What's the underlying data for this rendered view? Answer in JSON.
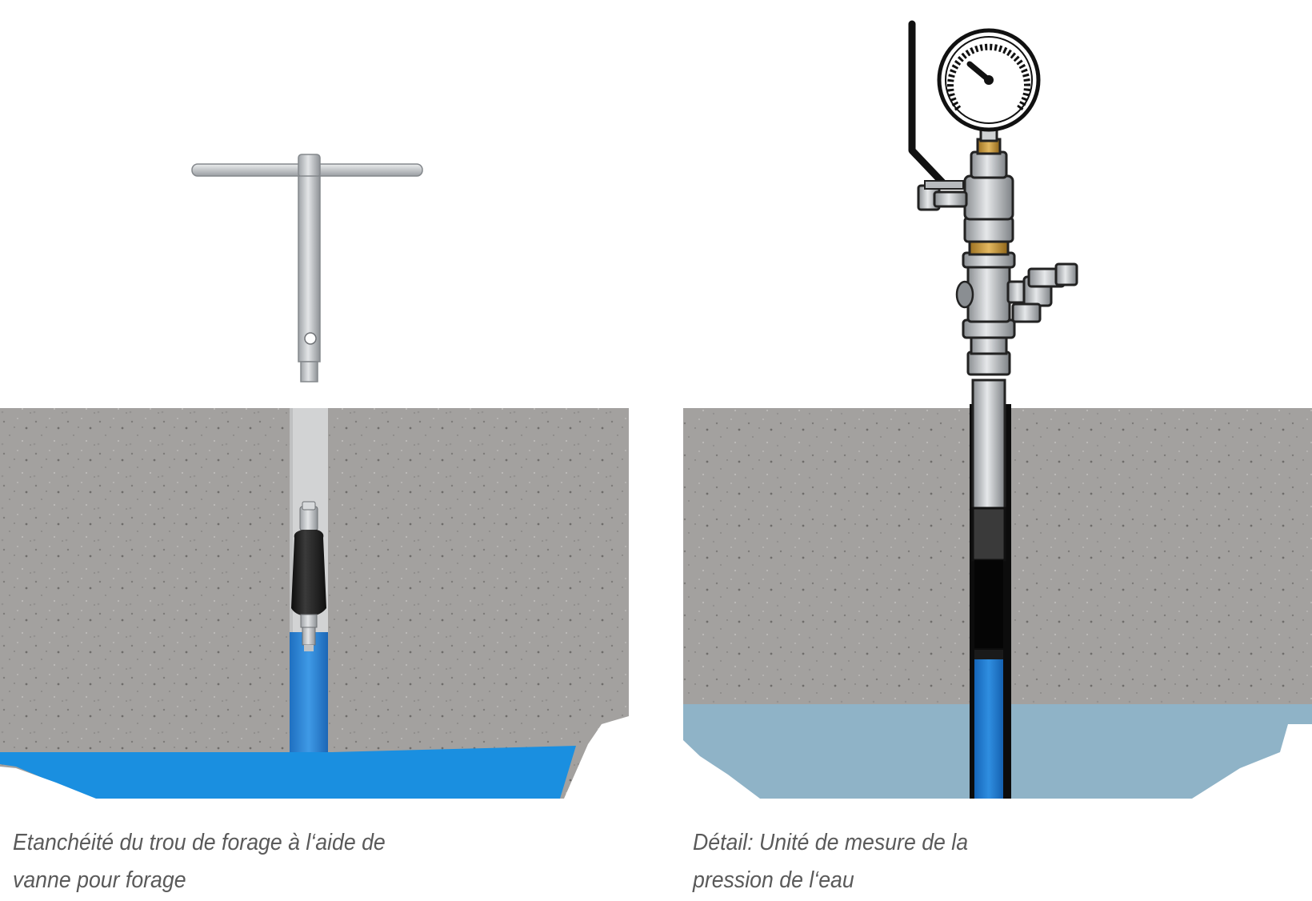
{
  "colors": {
    "concrete": "#a09e9c",
    "water_left": "#1a8fe0",
    "water_right": "#8fb3c7",
    "steel": "#c6c9cc",
    "rubber": "#1c1c1c",
    "brass": "#c99a3a"
  },
  "icons": [
    "t-wrench-icon",
    "packer-plug-icon",
    "pressure-gauge-icon",
    "ball-valve-icon",
    "drain-valve-icon"
  ],
  "panels": [
    {
      "caption_line1": "Etanchéité du trou de forage à l‘aide de",
      "caption_line2": "vanne pour forage"
    },
    {
      "caption_line1": "Détail: Unité de mesure de la",
      "caption_line2": "pression de l‘eau"
    }
  ]
}
